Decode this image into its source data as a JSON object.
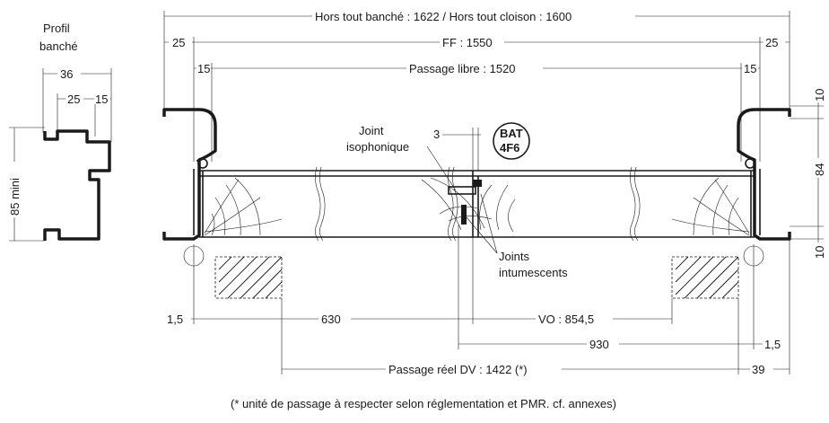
{
  "profile": {
    "title_line1": "Profil",
    "title_line2": "banché",
    "dim_36": "36",
    "dim_25": "25",
    "dim_15": "15",
    "dim_85": "85 mini"
  },
  "dims": {
    "overall": "Hors tout banché : 1622 / Hors tout cloison : 1600",
    "ff": "FF : 1550",
    "passage_libre": "Passage libre : 1520",
    "left_25": "25",
    "right_25": "25",
    "left_15": "15",
    "right_15": "15",
    "right_10_top": "10",
    "right_84": "84",
    "right_10_bottom": "10",
    "d_1_5_left": "1,5",
    "d_630": "630",
    "vo": "VO : 854,5",
    "d_930": "930",
    "d_1_5_right": "1,5",
    "passage_reel": "Passage réel DV : 1422 (*)",
    "d_39": "39",
    "d_3": "3"
  },
  "labels": {
    "joint_iso_1": "Joint",
    "joint_iso_2": "isophonique",
    "joints_int_1": "Joints",
    "joints_int_2": "intumescents",
    "badge_1": "BAT",
    "badge_2": "4F6"
  },
  "footnote": "(* unité de passage à respecter selon réglementation et PMR. cf. annexes)"
}
